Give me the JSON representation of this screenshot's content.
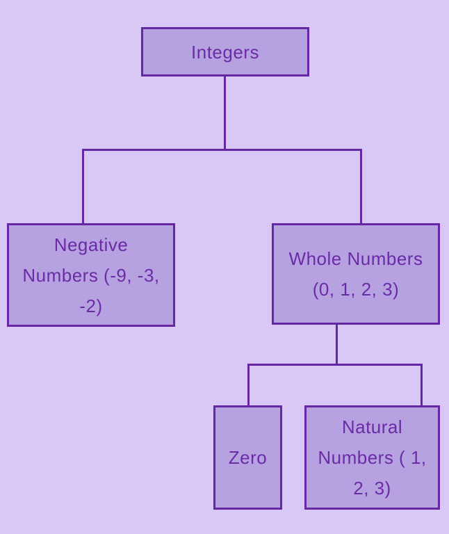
{
  "theme": {
    "page_background": "#d9c8f6",
    "node_fill": "#b6a2e0",
    "node_border": "#6527a3",
    "node_text": "#6c2ba6",
    "connector_color": "#6527a3"
  },
  "diagram": {
    "nodes": {
      "integers": {
        "label": "Integers",
        "lines": [
          "Integers"
        ]
      },
      "negative": {
        "label": "Negative Numbers (-9, -3, -2)",
        "lines": [
          "Negative",
          "Numbers (-9, -3,",
          "-2)"
        ]
      },
      "whole": {
        "label": "Whole Numbers (0, 1, 2, 3)",
        "lines": [
          "Whole Numbers",
          "(0, 1, 2, 3)"
        ]
      },
      "zero": {
        "label": "Zero",
        "lines": [
          "Zero"
        ]
      },
      "natural": {
        "label": "Natural Numbers ( 1, 2, 3)",
        "lines": [
          "Natural",
          "Numbers ( 1,",
          "2, 3)"
        ]
      }
    },
    "edges": [
      {
        "from": "integers",
        "to": "negative"
      },
      {
        "from": "integers",
        "to": "whole"
      },
      {
        "from": "whole",
        "to": "zero"
      },
      {
        "from": "whole",
        "to": "natural"
      }
    ]
  }
}
